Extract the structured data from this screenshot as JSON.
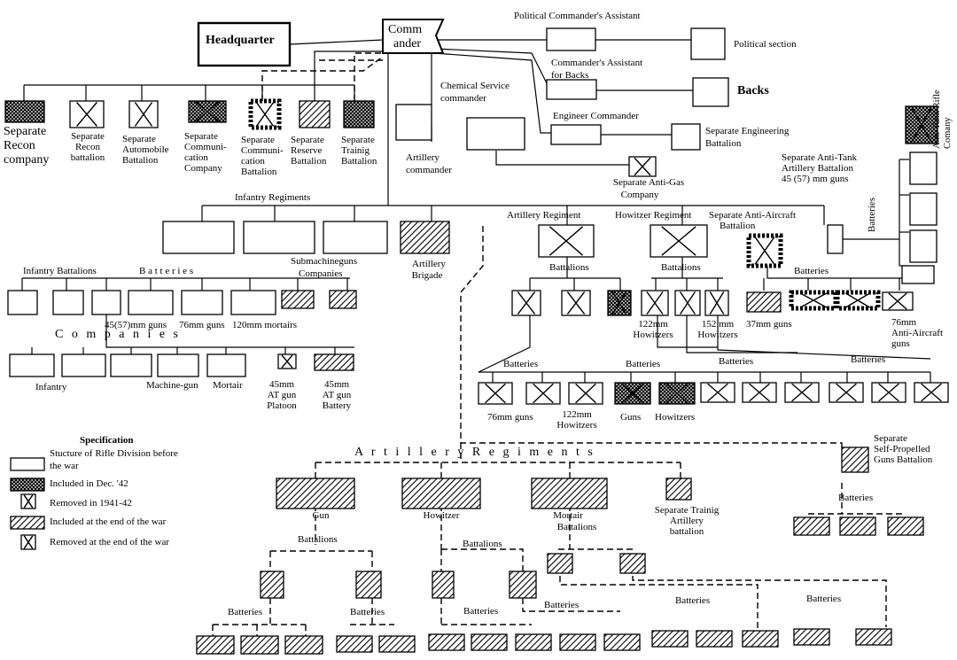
{
  "top": {
    "headquarter": "Headquarter",
    "commander_1": "Comm",
    "commander_2": "ander",
    "political_assistant": "Political Commander's Assistant",
    "political_section": "Political section",
    "backs_assistant_1": "Commander's  Assistant",
    "backs_assistant_2": "for Backs",
    "backs": "Backs",
    "engineer_commander": "Engineer Commander",
    "sep_engineering_1": "Separate Engineering",
    "sep_engineering_2": "Battalion",
    "chem_1": "Chemical Service",
    "chem_2": "commander",
    "artillery_cmdr_1": "Artillery",
    "artillery_cmdr_2": "commander",
    "anti_gas_1": "Separate Anti-Gas",
    "anti_gas_2": "Company"
  },
  "hq_units": {
    "recon_co": [
      "Separate",
      "Recon",
      "company"
    ],
    "recon_bn": [
      "Separate",
      "Recon",
      "battalion"
    ],
    "auto_bn": [
      "Separate",
      "Automobile",
      "Battalion"
    ],
    "comm_co": [
      "Separate",
      "Communi-",
      "cation",
      "Company"
    ],
    "comm_bn": [
      "Separate",
      "Communi-",
      "cation",
      "Battalion"
    ],
    "reserve_bn": [
      "Separate",
      "Reserve",
      "Battalion"
    ],
    "training_bn": [
      "Separate",
      "Trainig",
      "Battalion"
    ]
  },
  "infantry": {
    "regiments": "Infantry Regiments",
    "battalions": "Infantry Battalions",
    "batteries": "B a t t e r i e s",
    "smg_1": "Submachineguns",
    "smg_2": "Companies",
    "guns_45": "45(57)mm guns",
    "guns_76": "76mm guns",
    "mortars_120": "120mm mortairs",
    "companies": "C o m p a n i e s",
    "infantry_co": "Infantry",
    "mg_co": "Machine-gun",
    "mortar_co": "Mortair",
    "at_platoon": [
      "45mm",
      "AT gun",
      "Platoon"
    ],
    "at_battery": [
      "45mm",
      "AT gun",
      "Battery"
    ]
  },
  "artillery": {
    "brigade_1": "Artillery",
    "brigade_2": "Brigade",
    "art_regiment": "Artillery Regiment",
    "how_regiment": "Howitzer Regiment",
    "battalions": "Battalions",
    "batteries": "Batteries",
    "how_122": [
      "122mm",
      "Howitzers"
    ],
    "how_152": [
      "152 mm",
      "Howitzers"
    ],
    "guns_76": "76mm guns",
    "how_122_b": [
      "122mm",
      "Howitzers"
    ],
    "guns": "Guns",
    "howitzers": "Howitzers"
  },
  "anti_aircraft": {
    "aa_bn_1": "Separate Anti-Aircraft",
    "aa_bn_2": "Battalion",
    "batteries": "Batteries",
    "guns_37": "37mm guns",
    "aa_76": [
      "76mm",
      "Anti-Aircraft",
      "guns"
    ]
  },
  "anti_tank": {
    "at_bn": [
      "Separate Anti-Tank",
      "Artillery Battalion",
      "45 (57) mm guns"
    ],
    "batteries": "Batteries",
    "rifle_co": [
      "Anti-Tank Rifle",
      "Comany"
    ]
  },
  "late_war": {
    "title": "A r t i l l e r y  R e g i m e n t s",
    "gun": "Gun",
    "howitzer": "Howitzer",
    "mortar_1": "Mortair",
    "mortar_2": "Battalions",
    "training": [
      "Separate Trainig",
      "Artillery",
      "battalion"
    ],
    "battalions": "Battalions",
    "batteries": "Batteries",
    "spg": [
      "Separate",
      "Self-Propelled",
      "Guns Battalion"
    ]
  },
  "legend": {
    "title": "Specification",
    "structure_1": "Stucture of Rifle Division before",
    "structure_2": "the war",
    "dec42": "Included in Dec. '42",
    "removed_41": "Removed in 1941-42",
    "end_war": "Included at the end of the war",
    "removed_end": "Removed at the end of the war"
  },
  "colors": {
    "ink": "#000000",
    "paper": "#ffffff"
  }
}
